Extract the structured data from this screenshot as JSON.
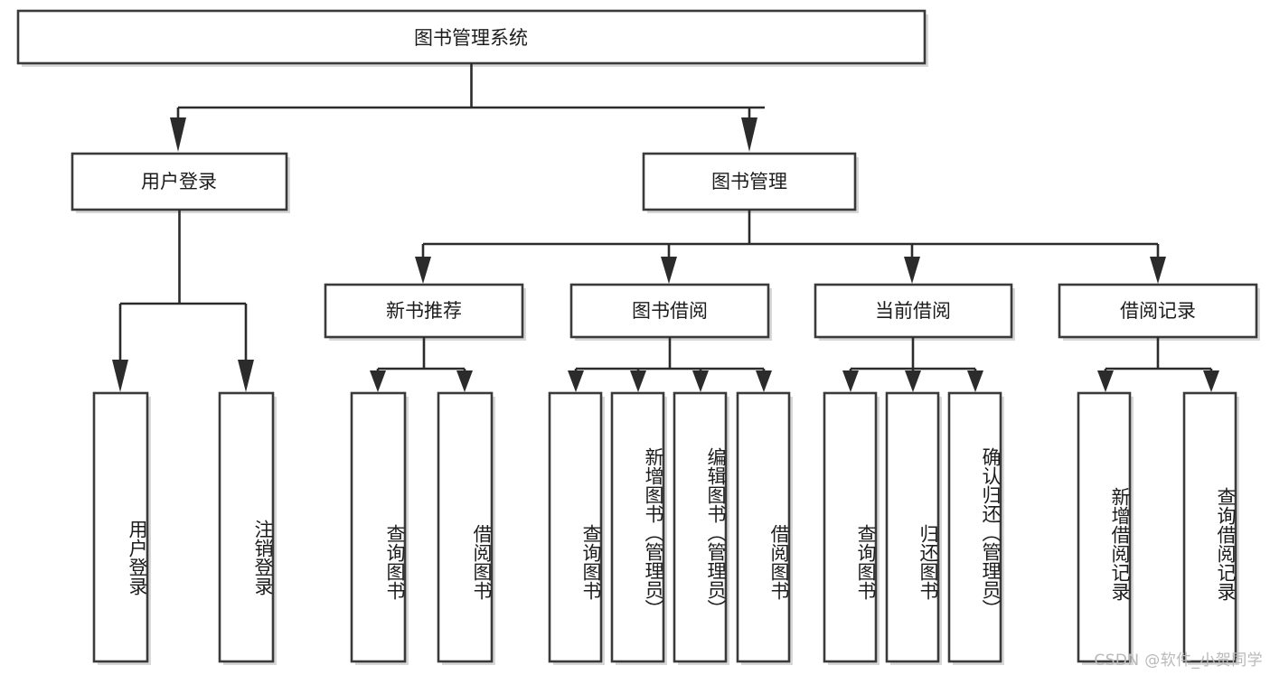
{
  "diagram": {
    "title": "图书管理系统",
    "type": "tree-hierarchy-diagram",
    "root": {
      "label": "图书管理系统"
    },
    "level2": [
      {
        "label": "用户登录"
      },
      {
        "label": "图书管理"
      }
    ],
    "level3": [
      {
        "label": "新书推荐"
      },
      {
        "label": "图书借阅"
      },
      {
        "label": "当前借阅"
      },
      {
        "label": "借阅记录"
      }
    ],
    "leaves": {
      "user_login": [
        {
          "label": "用户登录"
        },
        {
          "label": "注销登录"
        }
      ],
      "new_book_recommend": [
        {
          "label": "查询图书"
        },
        {
          "label": "借阅图书"
        }
      ],
      "book_borrow": [
        {
          "label": "查询图书"
        },
        {
          "label": "新增图书（管理员）"
        },
        {
          "label": "编辑图书（管理员）"
        },
        {
          "label": "借阅图书"
        }
      ],
      "current_borrow": [
        {
          "label": "查询图书"
        },
        {
          "label": "归还图书"
        },
        {
          "label": "确认归还（管理员）"
        }
      ],
      "borrow_record": [
        {
          "label": "新增借阅记录"
        },
        {
          "label": "查询借阅记录"
        }
      ]
    },
    "watermark": "CSDN @软件_小贺同学",
    "colors": {
      "box_stroke": "#3a3a3a",
      "line": "#2b2b2b",
      "text": "#1c1c1c",
      "background": "#ffffff",
      "watermark": "#b9b9b9"
    }
  }
}
